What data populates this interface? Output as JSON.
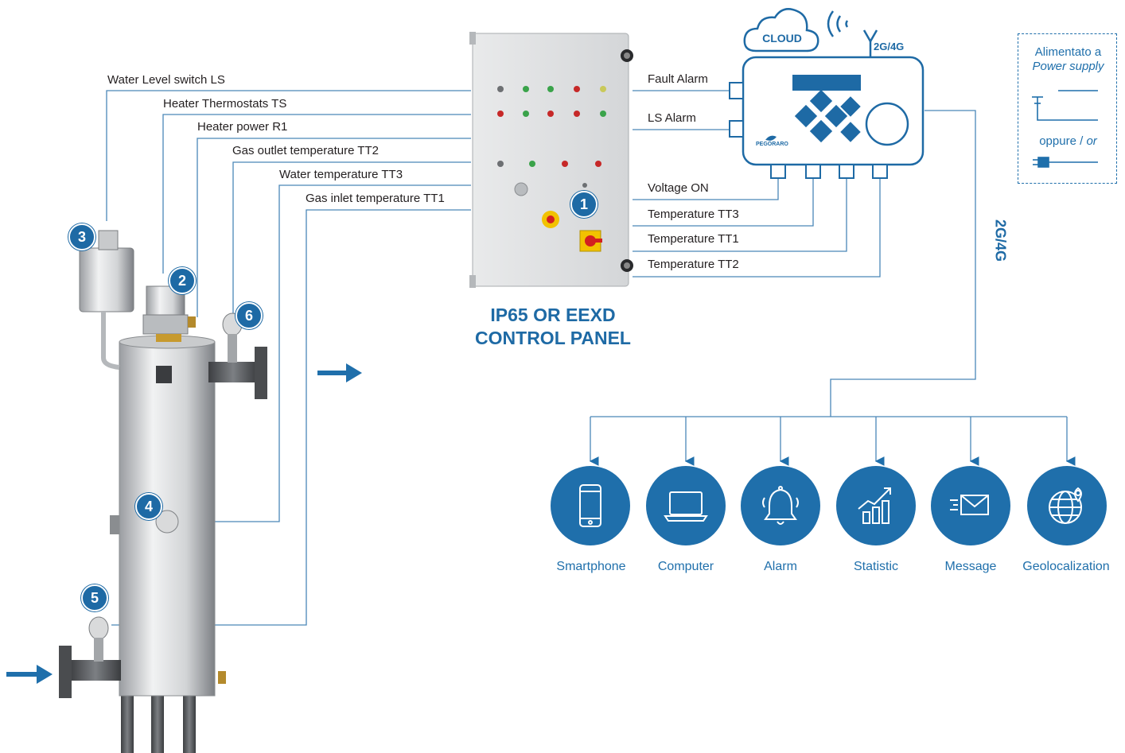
{
  "labels": {
    "water_level_switch": "Water Level switch LS",
    "heater_thermostats": "Heater Thermostats TS",
    "heater_power": "Heater power R1",
    "gas_outlet_temp": "Gas outlet temperature TT2",
    "water_temp": "Water temperature TT3",
    "gas_inlet_temp": "Gas inlet temperature TT1",
    "fault_alarm": "Fault Alarm",
    "ls_alarm": "LS Alarm",
    "voltage_on": "Voltage ON",
    "temperature_tt3": "Temperature TT3",
    "temperature_tt1": "Temperature TT1",
    "temperature_tt2": "Temperature TT2"
  },
  "badges": [
    "1",
    "2",
    "3",
    "4",
    "5",
    "6"
  ],
  "control_panel_title_line1": "IP65 OR EEXD",
  "control_panel_title_line2": "CONTROL PANEL",
  "cloud_label": "CLOUD",
  "network_label": "2G/4G",
  "network_vertical_label": "2G/4G",
  "controller_brand": "PEGORARO",
  "power_supply": {
    "line1": "Alimentato a",
    "line2": "Power supply",
    "or_line_a": "oppure / ",
    "or_line_b": "or"
  },
  "outputs": [
    {
      "label": "Smartphone",
      "icon": "smartphone-icon"
    },
    {
      "label": "Computer",
      "icon": "laptop-icon"
    },
    {
      "label": "Alarm",
      "icon": "bell-icon"
    },
    {
      "label": "Statistic",
      "icon": "chart-icon"
    },
    {
      "label": "Message",
      "icon": "envelope-icon"
    },
    {
      "label": "Geolocalization",
      "icon": "globe-pin-icon"
    }
  ],
  "colors": {
    "accent": "#1f6fab",
    "wire": "#4a87b8",
    "text": "#231f20"
  }
}
